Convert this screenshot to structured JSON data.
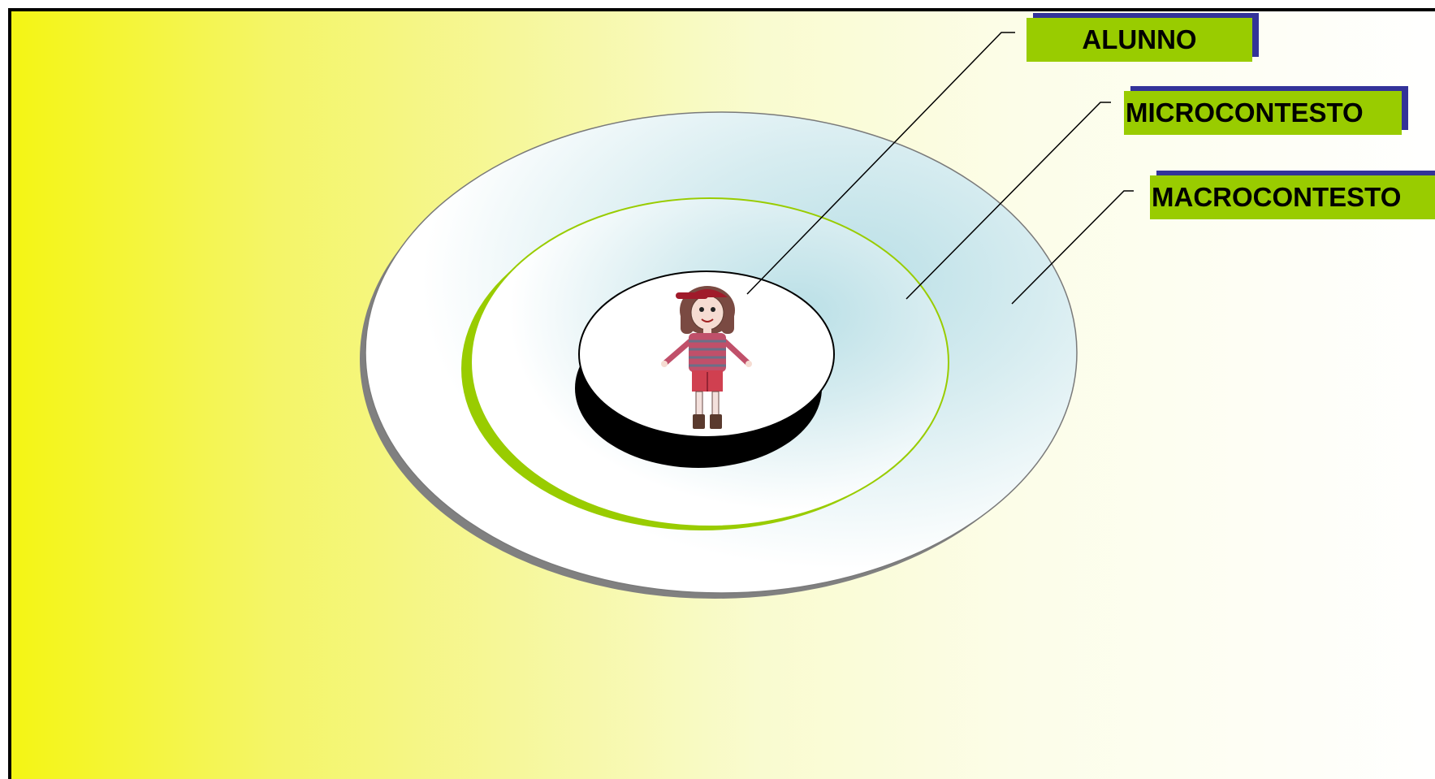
{
  "labels": {
    "student": "ALUNNO",
    "micro": "MICROCONTESTO",
    "macro": "MACROCONTESTO"
  },
  "colors": {
    "label_fill": "#99cc00",
    "label_shadow": "#333399",
    "micro_ring": "#99cc00",
    "macro_ring_shadow": "#808080",
    "center_ring": "#000000"
  },
  "icons": {
    "student": "child-drawing-icon"
  }
}
